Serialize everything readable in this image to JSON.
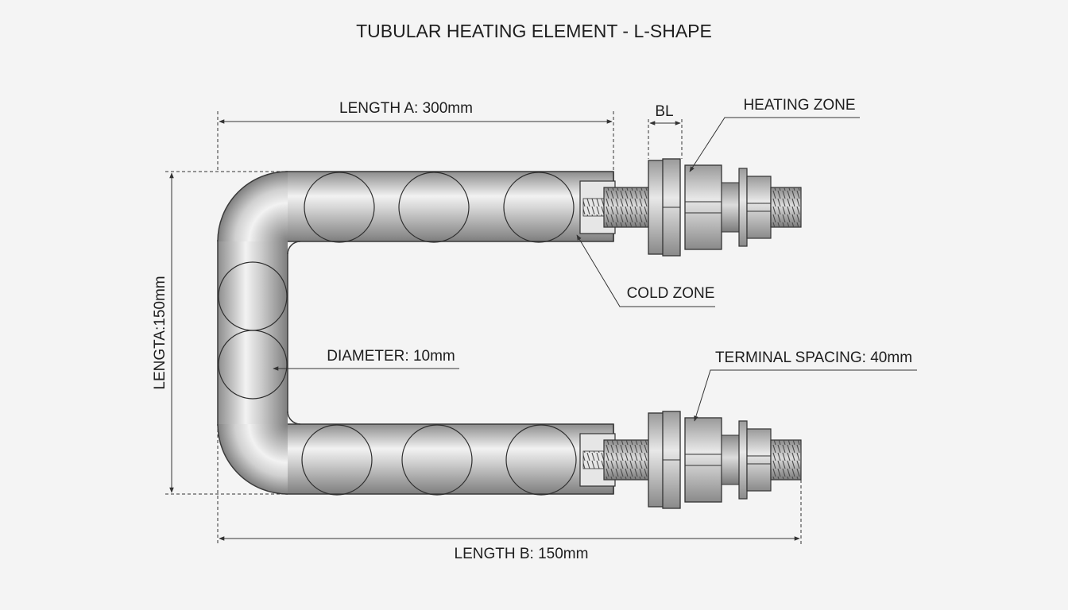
{
  "diagram": {
    "title": "TUBULAR HEATING ELEMENT - L-SHAPE",
    "labels": {
      "length_a": "LENGTH A: 300mm",
      "bl": "BL",
      "heating_zone": "HEATING ZONE",
      "cold_zone": "COLD ZONE",
      "vertical_length": "LENGTA:150mm",
      "diameter": "DIAMETER: 10mm",
      "terminal_spacing": "TERMINAL SPACING: 40mm",
      "length_b": "LENGTH B: 150mm"
    }
  }
}
